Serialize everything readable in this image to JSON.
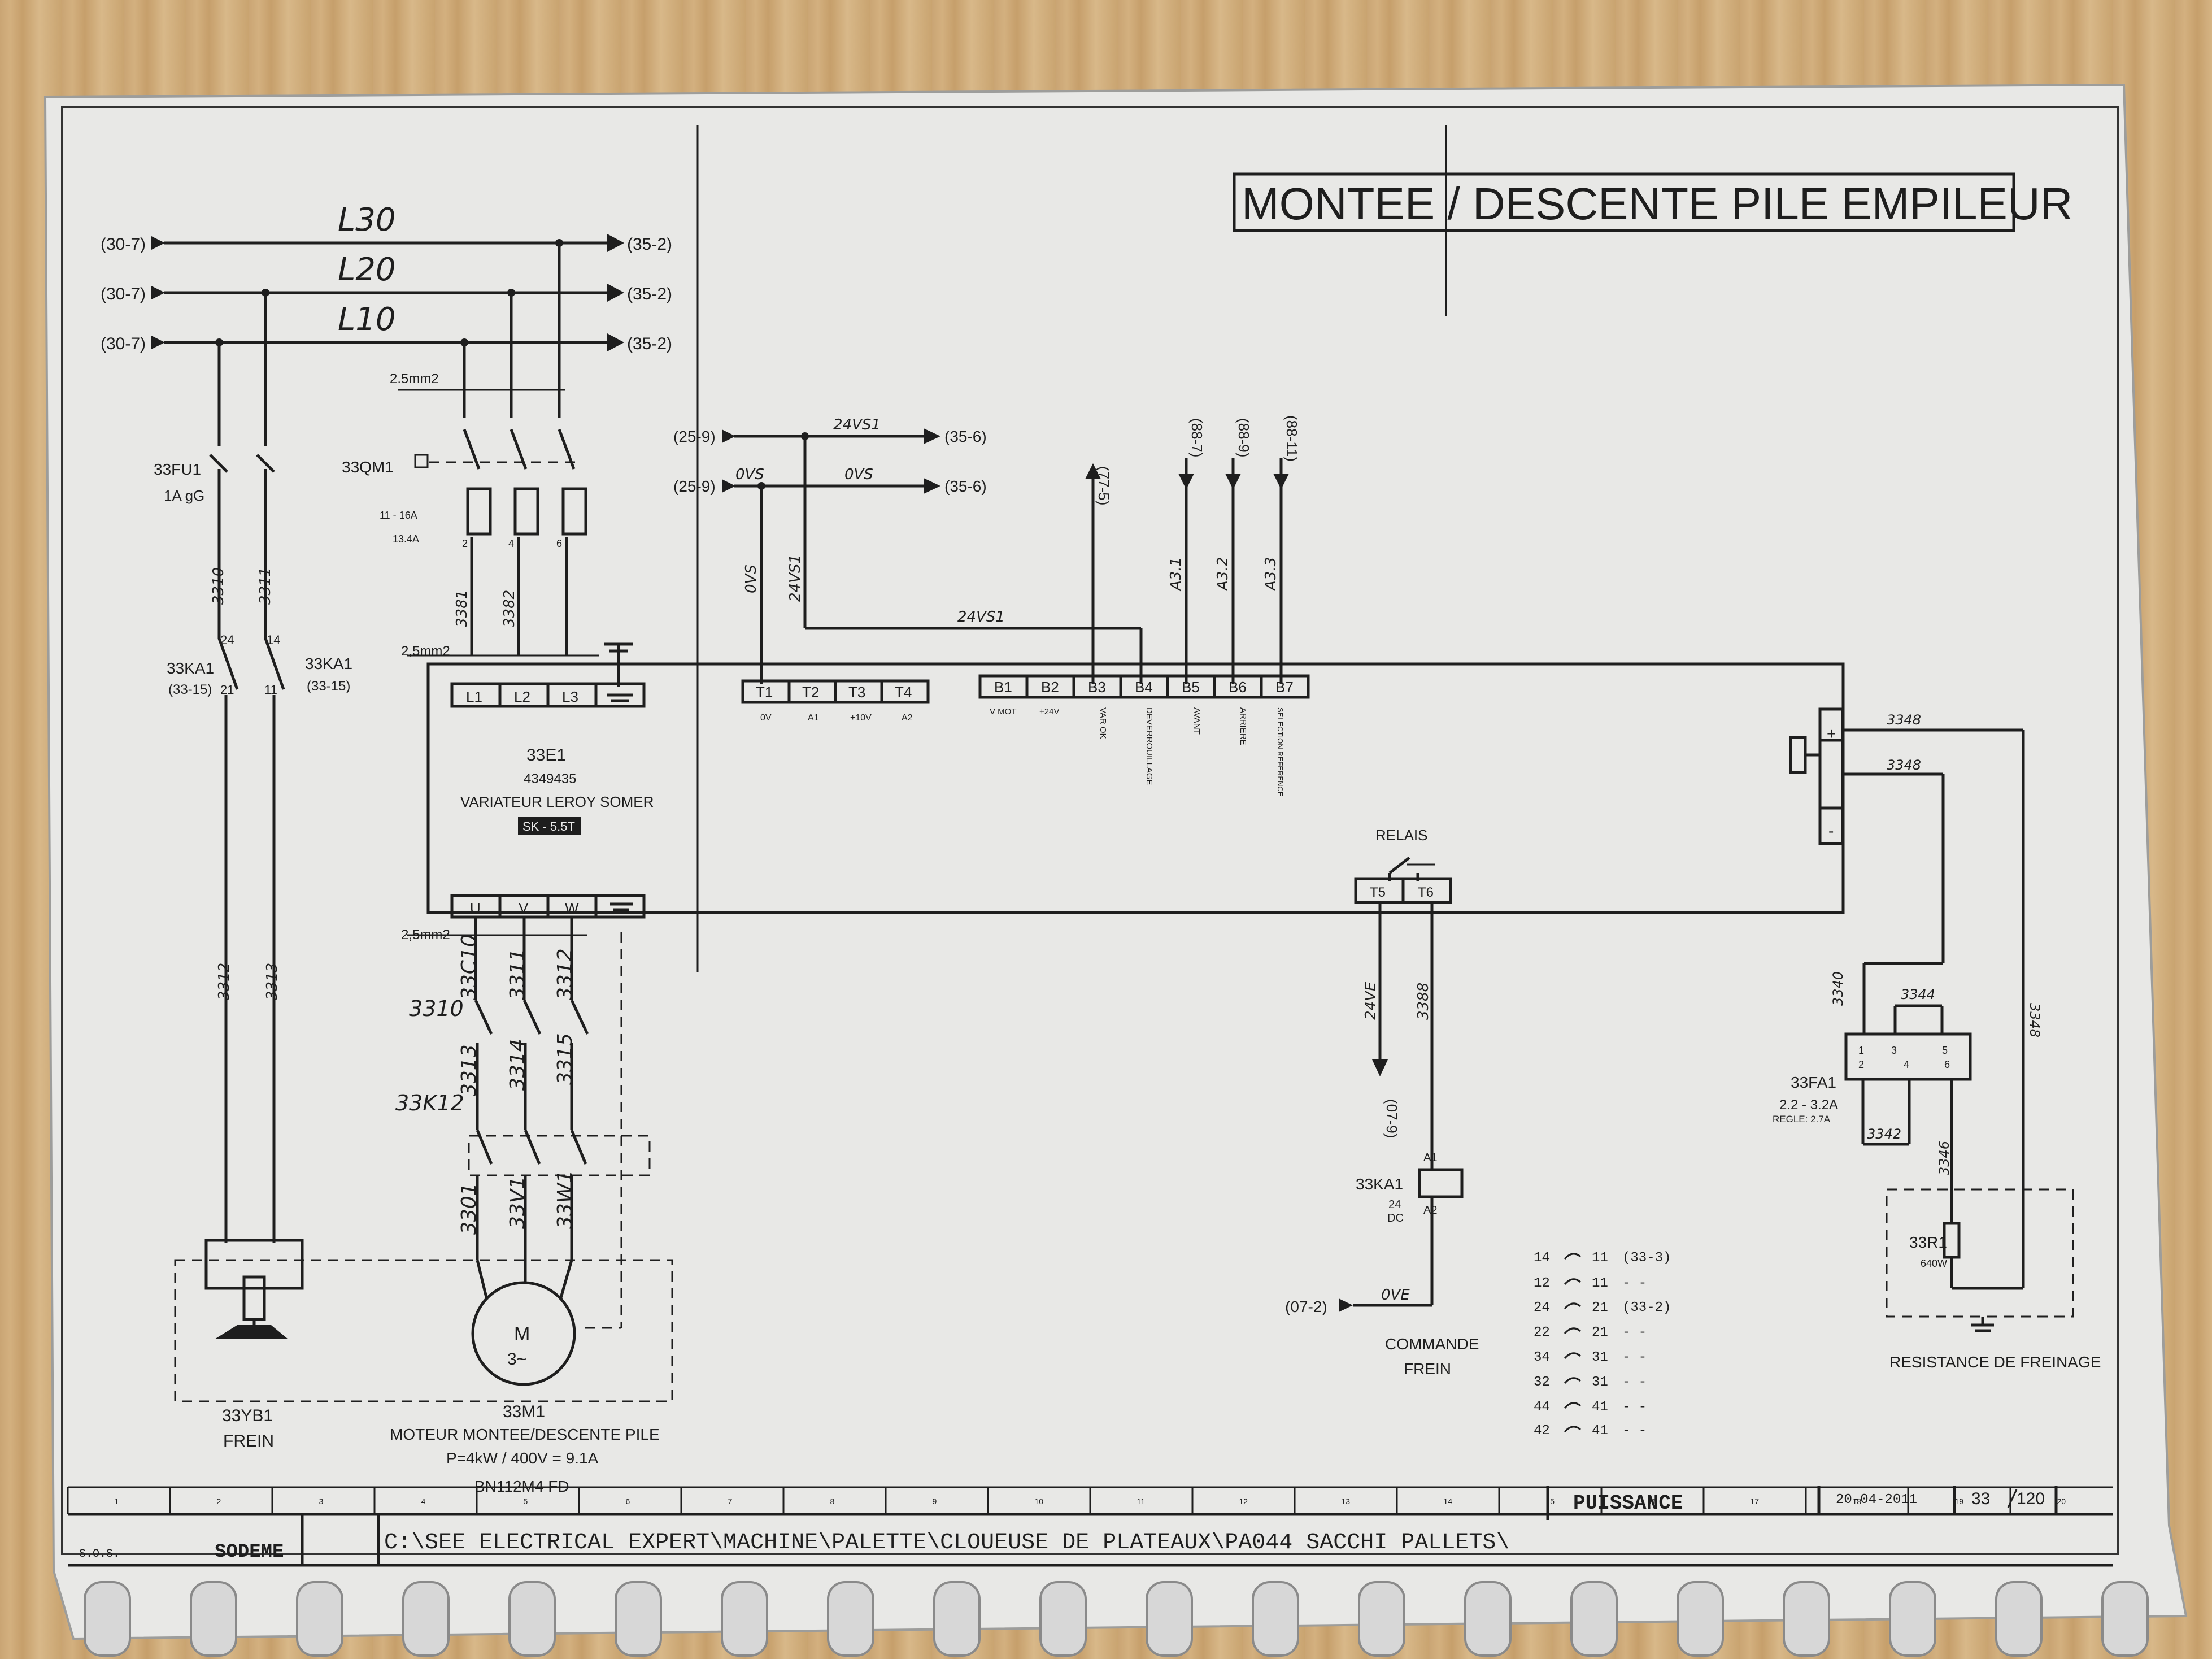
{
  "title": "MONTEE / DESCENTE PILE EMPILEUR",
  "lines": {
    "labels": [
      "L30",
      "L20",
      "L10"
    ],
    "from": "(30-7)",
    "to": "(35-2)"
  },
  "fuse": {
    "ref": "33FU1",
    "rating": "1A gG"
  },
  "qm": {
    "ref": "33QM1",
    "range": "11 - 16A",
    "setting": "13.4A",
    "section": "2.5mm2",
    "poles": [
      "2",
      "4",
      "6"
    ]
  },
  "contactor_left": {
    "ref": "33KA1",
    "page": "(33-15)",
    "contacts_a": [
      "24",
      "21"
    ],
    "contacts_b": [
      "14",
      "11"
    ]
  },
  "wires": {
    "w3310": "3310",
    "w3311": "3311",
    "w3312": "3312",
    "w3313": "3313",
    "w3381": "3381",
    "w3382": "3382",
    "w3340": "3340",
    "w3348": "3348",
    "w3344": "3344",
    "w3342": "3342",
    "w3346": "3346",
    "w3388": "3388",
    "section_in": "2,5mm2",
    "section_out": "2,5mm2"
  },
  "control": {
    "from1": "(25-9)",
    "to1": "(35-6)",
    "sig1": "24VS1",
    "from2": "(25-9)",
    "to2": "(35-6)",
    "sig2": "0VS",
    "vert_0vs": "0VS",
    "vert_24vs1": "24VS1",
    "bus_24vs1": "24VS1",
    "refs": [
      "(77-5)",
      "(88-7)",
      "(88-9)",
      "(88-11)"
    ],
    "a_labels": [
      "A3.1",
      "A3.2",
      "A3.3"
    ]
  },
  "drive": {
    "ref": "33E1",
    "code": "4349435",
    "name": "VARIATEUR LEROY SOMER",
    "model": "SK - 5.5T",
    "power_terms": [
      "L1",
      "L2",
      "L3"
    ],
    "out_terms": [
      "U",
      "V",
      "W"
    ],
    "t_terms": [
      "T1",
      "T2",
      "T3",
      "T4"
    ],
    "t_subs": [
      "0V",
      "A1",
      "+10V",
      "A2"
    ],
    "b_terms": [
      "B1",
      "B2",
      "B3",
      "B4",
      "B5",
      "B6",
      "B7"
    ],
    "b_subs": [
      "V MOT",
      "+24V",
      "VAR OK",
      "DEVERROUILLAGE",
      "AVANT",
      "ARRIERE",
      "SELECTION REFERENCE"
    ],
    "relay_label": "RELAIS",
    "relay_terms": [
      "T5",
      "T6"
    ],
    "dc_plus": "+",
    "dc_minus": "-"
  },
  "handwritten": {
    "h1": "33C10",
    "h2": "3311",
    "h3": "3312",
    "h4": "3310",
    "h5": "3313",
    "h6": "3314",
    "h7": "3315",
    "h8": "33K12",
    "h9": "3301",
    "h10": "33V1",
    "h11": "33W1"
  },
  "brake": {
    "ref": "33YB1",
    "label": "FREIN"
  },
  "motor": {
    "ref": "33M1",
    "symbol": "M",
    "phase": "3~",
    "desc": "MOTEUR MONTEE/DESCENTE PILE",
    "power": "P=4kW / 400V = 9.1A",
    "type": "BN112M4 FD"
  },
  "commande": {
    "line1": "COMMANDE",
    "line2": "FREIN",
    "ka_ref": "33KA1",
    "ka_v1": "24",
    "ka_v2": "DC",
    "a1": "A1",
    "a2": "A2",
    "v24": "24VE",
    "ref_up": "(07-9)",
    "ref_in": "(07-2)",
    "v0": "0VE"
  },
  "contacts_table": [
    [
      "14",
      "11",
      "(33-3)"
    ],
    [
      "12",
      "11",
      "- -"
    ],
    [
      "24",
      "21",
      "(33-2)"
    ],
    [
      "22",
      "21",
      "- -"
    ],
    [
      "34",
      "31",
      "- -"
    ],
    [
      "32",
      "31",
      "- -"
    ],
    [
      "44",
      "41",
      "- -"
    ],
    [
      "42",
      "41",
      "- -"
    ]
  ],
  "overload": {
    "ref": "33FA1",
    "range": "2.2 - 3.2A",
    "setting": "REGLE: 2.7A",
    "terms_top": [
      "1",
      "3",
      "5"
    ],
    "terms_bot": [
      "2",
      "4",
      "6"
    ]
  },
  "resistor": {
    "ref": "33R1",
    "power": "640W",
    "label": "RESISTANCE DE FREINAGE"
  },
  "footer": {
    "grid": [
      "1",
      "2",
      "3",
      "4",
      "5",
      "6",
      "7",
      "8",
      "9",
      "10",
      "11",
      "12",
      "13",
      "14",
      "15",
      "16",
      "17",
      "18",
      "19",
      "20"
    ],
    "company_small": "S.O.S.",
    "company": "SODEME",
    "path": "C:\\SEE ELECTRICAL EXPERT\\MACHINE\\PALETTE\\CLOUEUSE DE PLATEAUX\\PA044 SACCHI PALLETS\\",
    "section": "PUISSANCE",
    "date": "20-04-2011",
    "page": "33",
    "total": "120"
  }
}
